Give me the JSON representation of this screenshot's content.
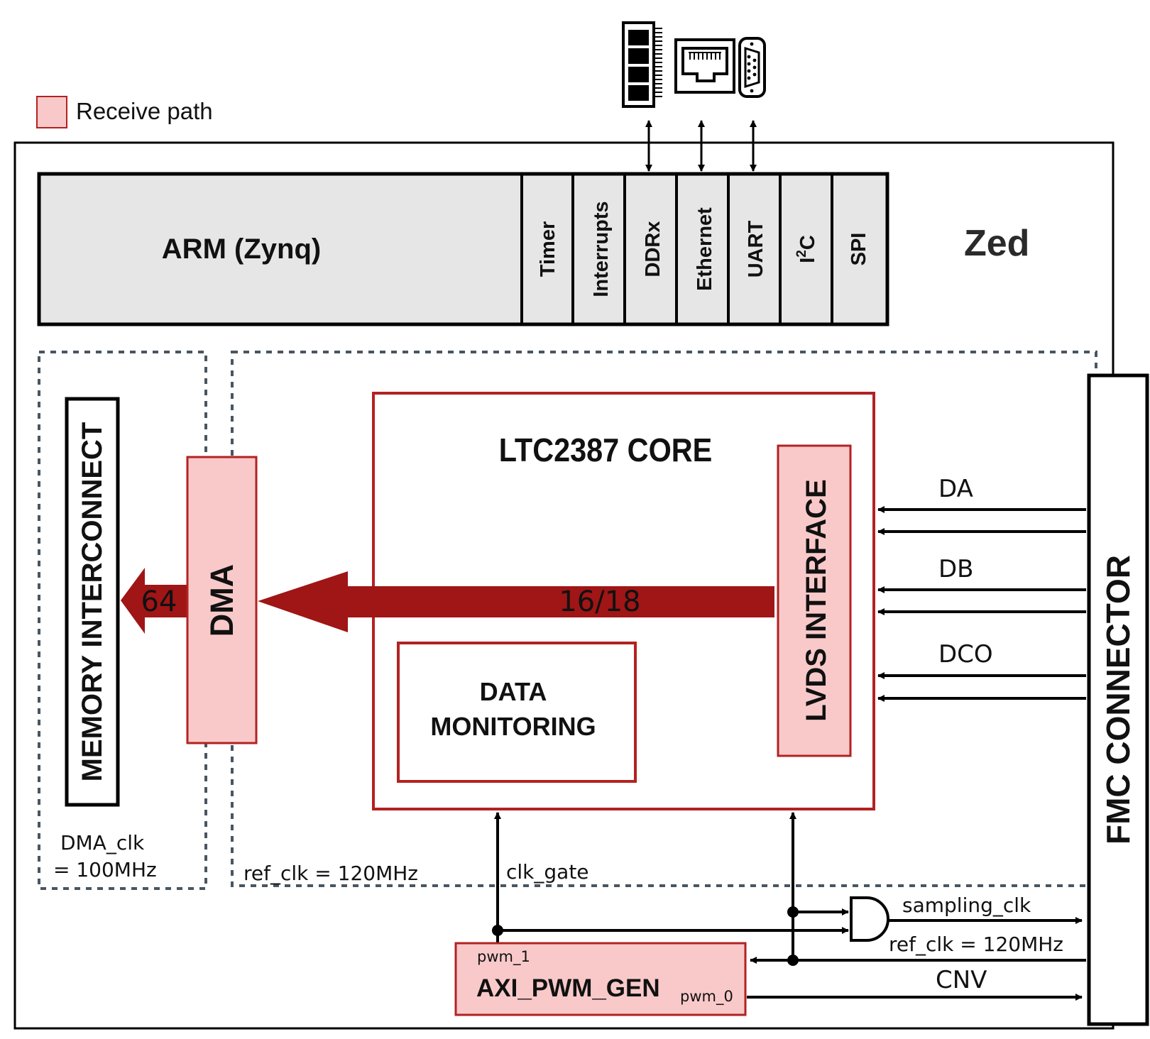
{
  "legend": {
    "swatch_color": "#f9c9c9",
    "label": "Receive path"
  },
  "board": {
    "name": "Zed"
  },
  "arm": {
    "label": "ARM (Zynq)",
    "peripherals": [
      "Timer",
      "Interrupts",
      "DDRx",
      "Ethernet",
      "UART",
      "I",
      "SPI"
    ],
    "i2c_sup": "2",
    "i2c_tail": "C"
  },
  "external_icons": [
    "memory-module-icon",
    "ethernet-port-icon",
    "serial-port-icon"
  ],
  "memory_interconnect": {
    "label": "MEMORY INTERCONNECT"
  },
  "dma": {
    "label": "DMA",
    "bus_width": "64",
    "clk_label": "DMA_clk",
    "clk_value": "= 100MHz"
  },
  "core": {
    "label": "LTC2387 CORE",
    "bus_width": "16/18",
    "lvds_label": "LVDS INTERFACE",
    "monitor_label_1": "DATA",
    "monitor_label_2": "MONITORING",
    "ref_clk_label": "ref_clk = 120MHz",
    "clk_gate_label": "clk_gate"
  },
  "signals": {
    "da": "DA",
    "db": "DB",
    "dco": "DCO",
    "sampling_clk": "sampling_clk",
    "ref_clk": "ref_clk = 120MHz",
    "cnv": "CNV"
  },
  "pwm_gen": {
    "label": "AXI_PWM_GEN",
    "pwm_1": "pwm_1",
    "pwm_0": "pwm_0"
  },
  "fmc": {
    "label": "FMC CONNECTOR"
  },
  "colors": {
    "receive_fill": "#f9c9c9",
    "dark_red": "#a01515",
    "border_red": "#b22222",
    "gray_fill": "#e6e6e6",
    "dashed": "#4a5560"
  }
}
